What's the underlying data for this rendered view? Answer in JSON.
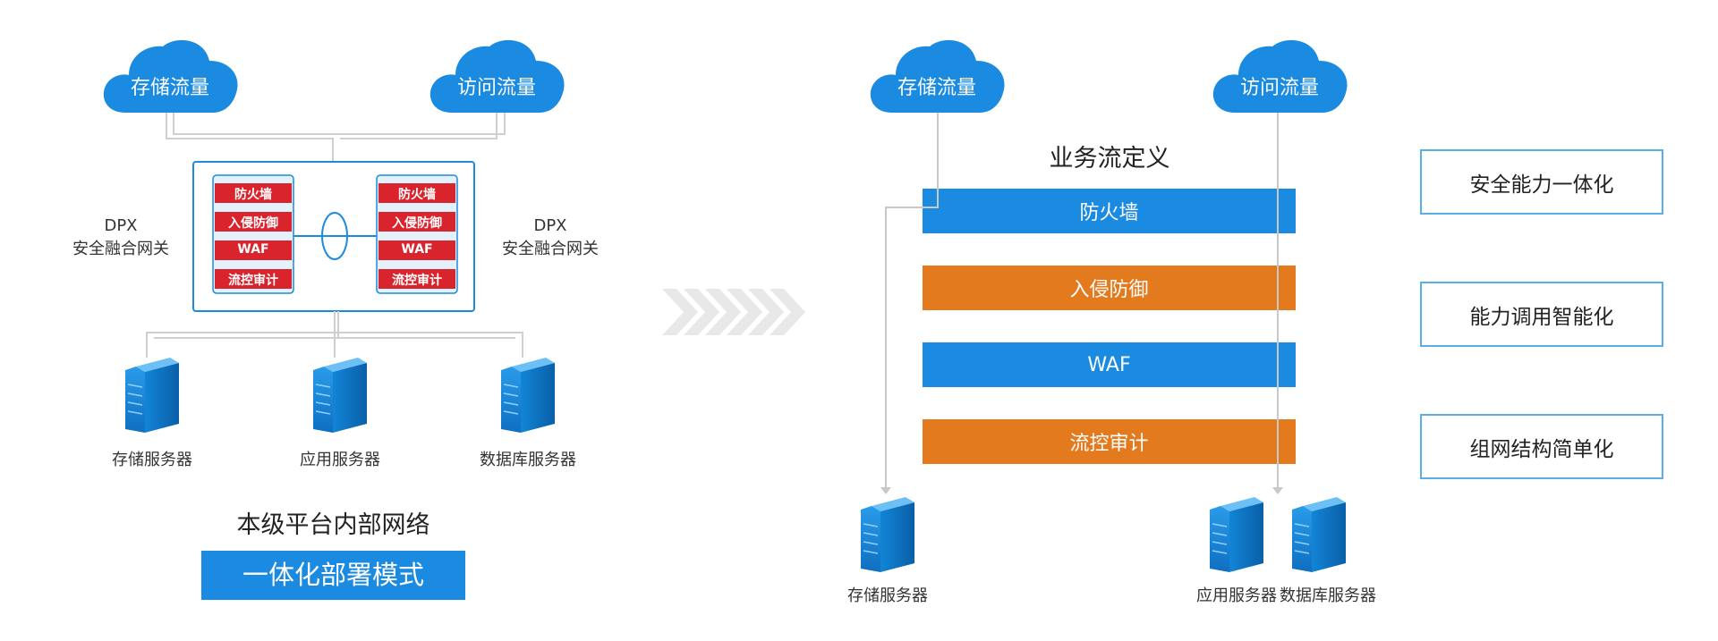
{
  "colors": {
    "blue": "#1a8be0",
    "orange": "#e47a1e",
    "red": "#d9232d",
    "line": "#cfcfcf",
    "arrow": "#e6e6e6"
  },
  "left": {
    "cloud_storage": "存储流量",
    "cloud_access": "访问流量",
    "gateway_left": {
      "line1": "DPX",
      "line2": "安全融合网关"
    },
    "gateway_right": {
      "line1": "DPX",
      "line2": "安全融合网关"
    },
    "modules": [
      "防火墙",
      "入侵防御",
      "WAF",
      "流控审计"
    ],
    "servers": [
      "存储服务器",
      "应用服务器",
      "数据库服务器"
    ],
    "subtitle": "本级平台内部网络",
    "mode": "一体化部署模式"
  },
  "right": {
    "cloud_storage": "存储流量",
    "cloud_access": "访问流量",
    "flow_title": "业务流定义",
    "layers": [
      "防火墙",
      "入侵防御",
      "WAF",
      "流控审计"
    ],
    "servers": [
      "存储服务器",
      "应用服务器",
      "数据库服务器"
    ],
    "features": [
      "安全能力一体化",
      "能力调用智能化",
      "组网结构简单化"
    ]
  }
}
